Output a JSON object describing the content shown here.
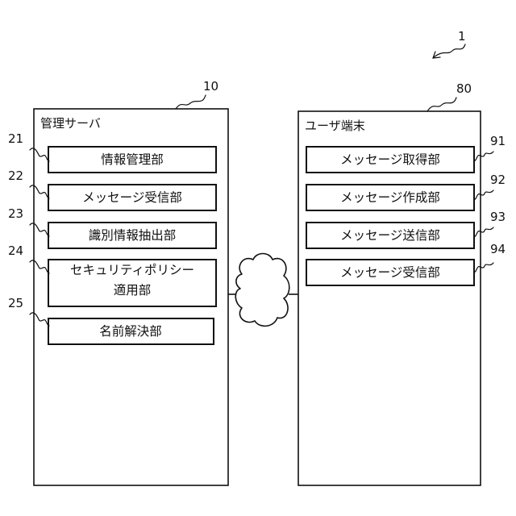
{
  "figure": {
    "ref": "1"
  },
  "server": {
    "ref": "10",
    "title": "管理サーバ",
    "units": [
      {
        "ref": "21",
        "label": "情報管理部"
      },
      {
        "ref": "22",
        "label": "メッセージ受信部"
      },
      {
        "ref": "23",
        "label": "識別情報抽出部"
      },
      {
        "ref": "24",
        "label_lines": [
          "セキュリティポリシー",
          "適用部"
        ]
      },
      {
        "ref": "25",
        "label": "名前解決部"
      }
    ]
  },
  "terminal": {
    "ref": "80",
    "title": "ユーザ端末",
    "units": [
      {
        "ref": "91",
        "label": "メッセージ取得部"
      },
      {
        "ref": "92",
        "label": "メッセージ作成部"
      },
      {
        "ref": "93",
        "label": "メッセージ送信部"
      },
      {
        "ref": "94",
        "label": "メッセージ受信部"
      }
    ]
  },
  "network": {
    "icon": "cloud-icon"
  }
}
